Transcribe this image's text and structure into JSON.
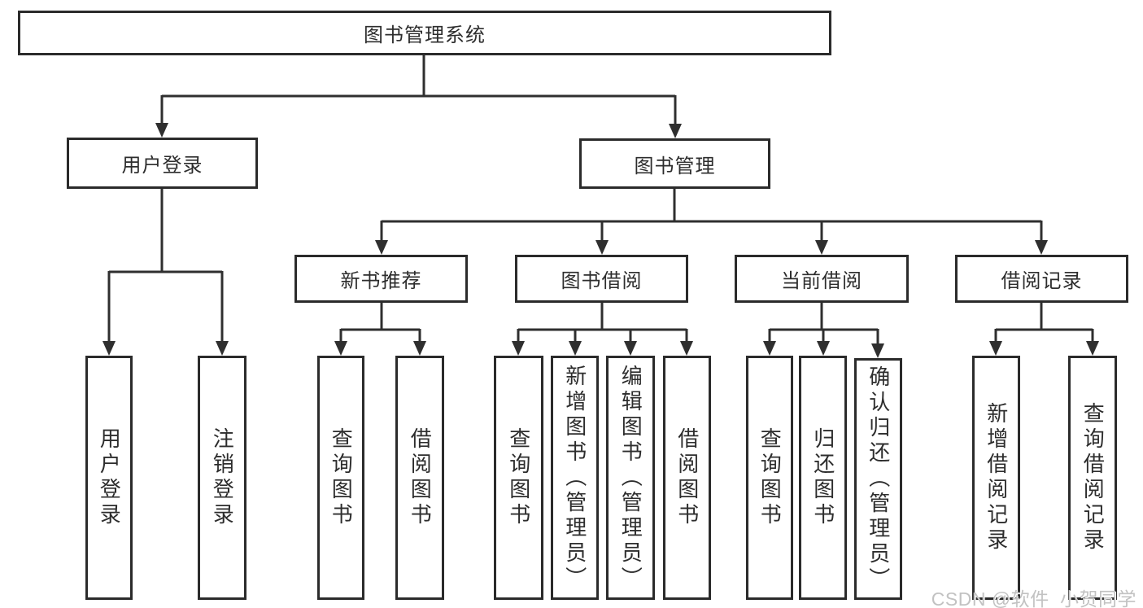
{
  "diagram": {
    "root": {
      "label": "图书管理系统"
    },
    "branches": [
      {
        "label": "用户登录",
        "leaves": [
          "用户登录",
          "注销登录"
        ]
      },
      {
        "label": "图书管理",
        "sections": [
          {
            "label": "新书推荐",
            "leaves": [
              "查询图书",
              "借阅图书"
            ]
          },
          {
            "label": "图书借阅",
            "leaves": [
              "查询图书",
              "新增图书（管理员）",
              "编辑图书（管理员）",
              "借阅图书"
            ]
          },
          {
            "label": "当前借阅",
            "leaves": [
              "查询图书",
              "归还图书",
              "确认归还（管理员）"
            ]
          },
          {
            "label": "借阅记录",
            "leaves": [
              "新增借阅记录",
              "查询借阅记录"
            ]
          }
        ]
      }
    ]
  },
  "watermark": {
    "text": "CSDN @软件_小贺同学"
  },
  "colors": {
    "line": "#2f2f2f",
    "border": "#2b2b2b",
    "text": "#2d2d2d",
    "background": "#ffffff",
    "watermark": "#c2c2c2"
  }
}
